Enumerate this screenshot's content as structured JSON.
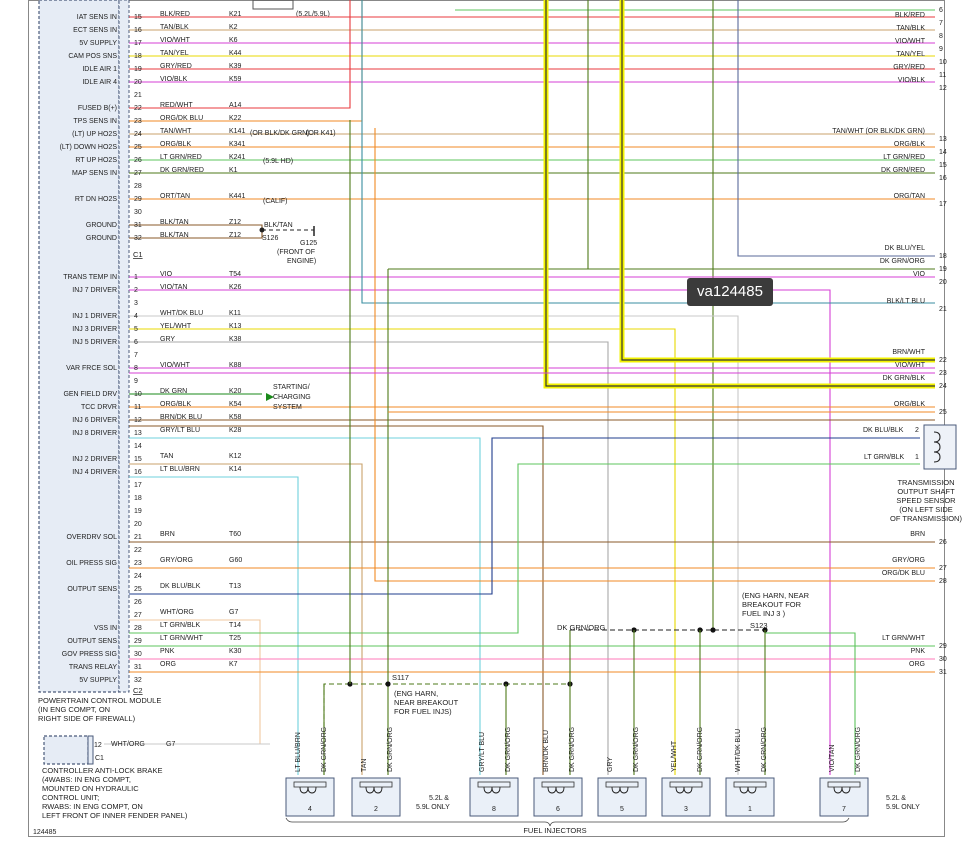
{
  "colors": {
    "RED": "#e8383d",
    "TAN": "#c9a26b",
    "VIO": "#d43fd4",
    "YEL": "#e8d800",
    "GRY": "#a8a8a8",
    "ORG": "#f08a24",
    "LTGRN": "#5cc45c",
    "DKGRN": "#4e7a1a",
    "DKBLU": "#1f3d8c",
    "LTBLU": "#6fd0dc",
    "BRN": "#8a5a2a",
    "PNK": "#ff7ab8",
    "BLK": "#222222",
    "WHT": "#c8c8c8",
    "DKBLUYEL": "#5a6a9a",
    "BLKLTBLU": "#3a8ea0",
    "green_arrow": "#1a8a1a",
    "module_fill": "#e6ecf5",
    "module_border": "#4a5a7a"
  },
  "header": {
    "top_note": "(5.2L/5.9L)"
  },
  "badge": {
    "text": "va124485"
  },
  "connector_c1_pins": [
    {
      "func": "IAT SENS IN",
      "pin": "15",
      "color": "BLK/RED",
      "circuit": "K21"
    },
    {
      "func": "ECT SENS IN",
      "pin": "16",
      "color": "TAN/BLK",
      "circuit": "K2"
    },
    {
      "func": "5V SUPPLY",
      "pin": "17",
      "color": "VIO/WHT",
      "circuit": "K6"
    },
    {
      "func": "CAM POS SNS",
      "pin": "18",
      "color": "TAN/YEL",
      "circuit": "K44"
    },
    {
      "func": "IDLE AIR 1",
      "pin": "19",
      "color": "GRY/RED",
      "circuit": "K39"
    },
    {
      "func": "IDLE AIR 4",
      "pin": "20",
      "color": "VIO/BLK",
      "circuit": "K59"
    },
    {
      "func": "",
      "pin": "21",
      "color": "",
      "circuit": ""
    },
    {
      "func": "FUSED B(+)",
      "pin": "22",
      "color": "RED/WHT",
      "circuit": "A14"
    },
    {
      "func": "TPS SENS IN",
      "pin": "23",
      "color": "ORG/DK BLU",
      "circuit": "K22"
    },
    {
      "func": "(LT) UP HO2S",
      "pin": "24",
      "color": "TAN/WHT",
      "circuit": "K141"
    },
    {
      "func": "(LT) DOWN HO2S",
      "pin": "25",
      "color": "ORG/BLK",
      "circuit": "K341"
    },
    {
      "func": "RT UP HO2S",
      "pin": "26",
      "color": "LT GRN/RED",
      "circuit": "K241"
    },
    {
      "func": "MAP SENS IN",
      "pin": "27",
      "color": "DK GRN/RED",
      "circuit": "K1"
    },
    {
      "func": "",
      "pin": "28",
      "color": "",
      "circuit": ""
    },
    {
      "func": "RT DN HO2S",
      "pin": "29",
      "color": "ORT/TAN",
      "circuit": "K441"
    },
    {
      "func": "",
      "pin": "30",
      "color": "",
      "circuit": ""
    },
    {
      "func": "GROUND",
      "pin": "31",
      "color": "BLK/TAN",
      "circuit": "Z12"
    },
    {
      "func": "GROUND",
      "pin": "32",
      "color": "BLK/TAN",
      "circuit": "Z12"
    }
  ],
  "connector_c2_pins": [
    {
      "func": "TRANS TEMP IN",
      "pin": "1",
      "color": "VIO",
      "circuit": "T54"
    },
    {
      "func": "INJ 7 DRIVER",
      "pin": "2",
      "color": "VIO/TAN",
      "circuit": "K26"
    },
    {
      "func": "",
      "pin": "3",
      "color": "",
      "circuit": ""
    },
    {
      "func": "INJ 1 DRIVER",
      "pin": "4",
      "color": "WHT/DK BLU",
      "circuit": "K11"
    },
    {
      "func": "INJ 3 DRIVER",
      "pin": "5",
      "color": "YEL/WHT",
      "circuit": "K13"
    },
    {
      "func": "INJ 5 DRIVER",
      "pin": "6",
      "color": "GRY",
      "circuit": "K38"
    },
    {
      "func": "",
      "pin": "7",
      "color": "",
      "circuit": ""
    },
    {
      "func": "VAR FRCE SOL",
      "pin": "8",
      "color": "VIO/WHT",
      "circuit": "K88"
    },
    {
      "func": "",
      "pin": "9",
      "color": "",
      "circuit": ""
    },
    {
      "func": "GEN FIELD DRV",
      "pin": "10",
      "color": "DK GRN",
      "circuit": "K20"
    },
    {
      "func": "TCC DRVR",
      "pin": "11",
      "color": "ORG/BLK",
      "circuit": "K54"
    },
    {
      "func": "INJ 6 DRIVER",
      "pin": "12",
      "color": "BRN/DK BLU",
      "circuit": "K58"
    },
    {
      "func": "INJ 8 DRIVER",
      "pin": "13",
      "color": "GRY/LT BLU",
      "circuit": "K28"
    },
    {
      "func": "",
      "pin": "14",
      "color": "",
      "circuit": ""
    },
    {
      "func": "INJ 2 DRIVER",
      "pin": "15",
      "color": "TAN",
      "circuit": "K12"
    },
    {
      "func": "INJ 4 DRIVER",
      "pin": "16",
      "color": "LT BLU/BRN",
      "circuit": "K14"
    },
    {
      "func": "",
      "pin": "17",
      "color": "",
      "circuit": ""
    },
    {
      "func": "",
      "pin": "18",
      "color": "",
      "circuit": ""
    },
    {
      "func": "",
      "pin": "19",
      "color": "",
      "circuit": ""
    },
    {
      "func": "",
      "pin": "20",
      "color": "",
      "circuit": ""
    },
    {
      "func": "OVERDRV SOL",
      "pin": "21",
      "color": "BRN",
      "circuit": "T60"
    },
    {
      "func": "",
      "pin": "22",
      "color": "",
      "circuit": ""
    },
    {
      "func": "OIL PRESS SIG",
      "pin": "23",
      "color": "GRY/ORG",
      "circuit": "G60"
    },
    {
      "func": "",
      "pin": "24",
      "color": "",
      "circuit": ""
    },
    {
      "func": "OUTPUT SENS",
      "pin": "25",
      "color": "DK BLU/BLK",
      "circuit": "T13"
    },
    {
      "func": "",
      "pin": "26",
      "color": "",
      "circuit": ""
    },
    {
      "func": "",
      "pin": "27",
      "color": "WHT/ORG",
      "circuit": "G7"
    },
    {
      "func": "VSS IN",
      "pin": "28",
      "color": "LT GRN/BLK",
      "circuit": "T14"
    },
    {
      "func": "OUTPUT SENS",
      "pin": "29",
      "color": "LT GRN/WHT",
      "circuit": "T25"
    },
    {
      "func": "GOV PRESS SIG",
      "pin": "30",
      "color": "PNK",
      "circuit": "K30"
    },
    {
      "func": "TRANS RELAY",
      "pin": "31",
      "color": "ORG",
      "circuit": "K7"
    },
    {
      "func": "5V SUPPLY",
      "pin": "32",
      "color": "",
      "circuit": ""
    }
  ],
  "connector_labels": {
    "c1": "C1",
    "c2": "C2"
  },
  "notes": {
    "or_blk_dk_grn": "(OR BLK/DK GRN)",
    "or_k41": "(OR K41)",
    "hd_59l": "(5.9L HD)",
    "calif": "(CALIF)",
    "ground_wire": "BLK/TAN",
    "s126": "S126",
    "g125": "G125",
    "front_of": "(FRONT OF",
    "engine": "ENGINE)",
    "starting_1": "STARTING/",
    "starting_2": "CHARGING",
    "starting_3": "SYSTEM"
  },
  "right_wires": [
    {
      "label": "",
      "num": "6"
    },
    {
      "label": "BLK/RED",
      "num": "7"
    },
    {
      "label": "TAN/BLK",
      "num": "8"
    },
    {
      "label": "VIO/WHT",
      "num": "9"
    },
    {
      "label": "TAN/YEL",
      "num": "10"
    },
    {
      "label": "GRY/RED",
      "num": "11"
    },
    {
      "label": "VIO/BLK",
      "num": "12"
    },
    {
      "label": "TAN/WHT (OR BLK/DK GRN)",
      "num": "13"
    },
    {
      "label": "ORG/BLK",
      "num": "14"
    },
    {
      "label": "LT GRN/RED",
      "num": "15"
    },
    {
      "label": "DK GRN/RED",
      "num": "16"
    },
    {
      "label": "ORG/TAN",
      "num": "17"
    },
    {
      "label": "DK BLU/YEL",
      "num": "18"
    },
    {
      "label": "DK GRN/ORG",
      "num": "19"
    },
    {
      "label": "VIO",
      "num": "20"
    },
    {
      "label": "BLK/LT BLU",
      "num": "21"
    },
    {
      "label": "BRN/WHT",
      "num": "22"
    },
    {
      "label": "VIO/WHT",
      "num": "23"
    },
    {
      "label": "DK GRN/BLK",
      "num": "24"
    },
    {
      "label": "ORG/BLK",
      "num": "25"
    },
    {
      "label": "BRN",
      "num": "26"
    },
    {
      "label": "GRY/ORG",
      "num": "27"
    },
    {
      "label": "ORG/DK BLU",
      "num": "28"
    },
    {
      "label": "LT GRN/WHT",
      "num": "29"
    },
    {
      "label": "PNK",
      "num": "30"
    },
    {
      "label": "ORG",
      "num": "31"
    }
  ],
  "speed_sensor": {
    "pin2_label": "DK BLU/BLK",
    "pin2": "2",
    "pin1_label": "LT GRN/BLK",
    "pin1": "1",
    "desc": [
      "TRANSMISSION",
      "OUTPUT SHAFT",
      "SPEED SENSOR",
      "(ON LEFT SIDE",
      "OF TRANSMISSION)"
    ]
  },
  "pcm": {
    "lines": [
      "POWERTRAIN CONTROL MODULE",
      "(IN ENG COMPT, ON",
      "RIGHT SIDE OF FIREWALL)"
    ]
  },
  "abs": {
    "pin": "12",
    "wire": "WHT/ORG",
    "circuit": "G7",
    "conn": "C1",
    "lines": [
      "CONTROLLER ANTI-LOCK BRAKE",
      "(4WABS: IN ENG COMPT,",
      "MOUNTED ON HYDRAULIC",
      "CONTROL UNIT;",
      "RWABS: IN ENG COMPT, ON",
      "LEFT FRONT OF INNER FENDER PANEL)"
    ]
  },
  "splices": {
    "s117": "S117",
    "s117_note": [
      "(ENG HARN,",
      "NEAR BREAKOUT",
      "FOR FUEL INJS)"
    ],
    "s123": "S123",
    "s123_note": [
      "(ENG HARN, NEAR",
      "BREAKOUT FOR",
      "FUEL INJ 3 )"
    ],
    "dkgrnorg_label": "DK GRN/ORG"
  },
  "injectors": [
    {
      "num": "4",
      "left": "LT BLU/BRN",
      "right": "DK GRN/ORG"
    },
    {
      "num": "2",
      "left": "TAN",
      "right": "DK GRN/ORG"
    },
    {
      "num": "8",
      "left": "GRY/LT BLU",
      "right": "DK GRN/ORG"
    },
    {
      "num": "6",
      "left": "BRN/DK BLU",
      "right": "DK GRN/ORG"
    },
    {
      "num": "5",
      "left": "GRY",
      "right": "DK GRN/ORG"
    },
    {
      "num": "3",
      "left": "YEL/WHT",
      "right": "DK GRN/ORG"
    },
    {
      "num": "1",
      "left": "WHT/DK BLU",
      "right": "DK GRN/ORG"
    },
    {
      "num": "7",
      "left": "VIO/TAN",
      "right": "DK GRN/ORG"
    }
  ],
  "injector_notes": {
    "only_8": [
      "5.2L &",
      "5.9L ONLY"
    ],
    "only_7": [
      "5.2L &",
      "5.9L ONLY"
    ],
    "group": "FUEL INJECTORS"
  },
  "footer": {
    "figure_id": "124485"
  }
}
